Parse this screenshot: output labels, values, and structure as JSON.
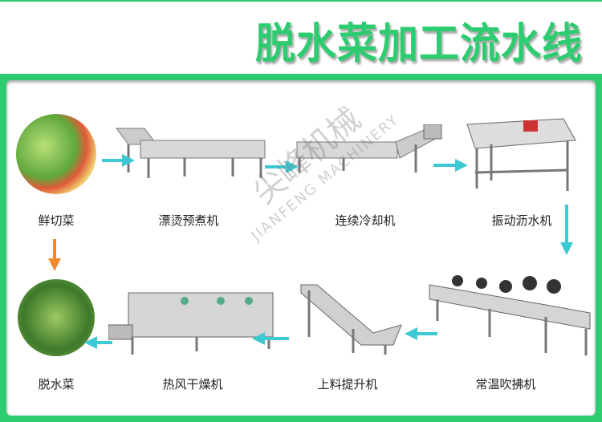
{
  "title": "脱水菜加工流水线",
  "watermark": {
    "cn": "尖峰机械",
    "en": "JIANFENG MACHINERY"
  },
  "steps": [
    {
      "label": "鲜切菜"
    },
    {
      "label": "漂烫预煮机"
    },
    {
      "label": "连续冷却机"
    },
    {
      "label": "振动沥水机"
    },
    {
      "label": "常温吹拂机"
    },
    {
      "label": "上料提升机"
    },
    {
      "label": "热风干燥机"
    },
    {
      "label": "脱水菜"
    }
  ],
  "colors": {
    "brand": "#2ecc71",
    "flow_arrow": "#3cc9d3",
    "start_arrow": "#f08a30"
  }
}
